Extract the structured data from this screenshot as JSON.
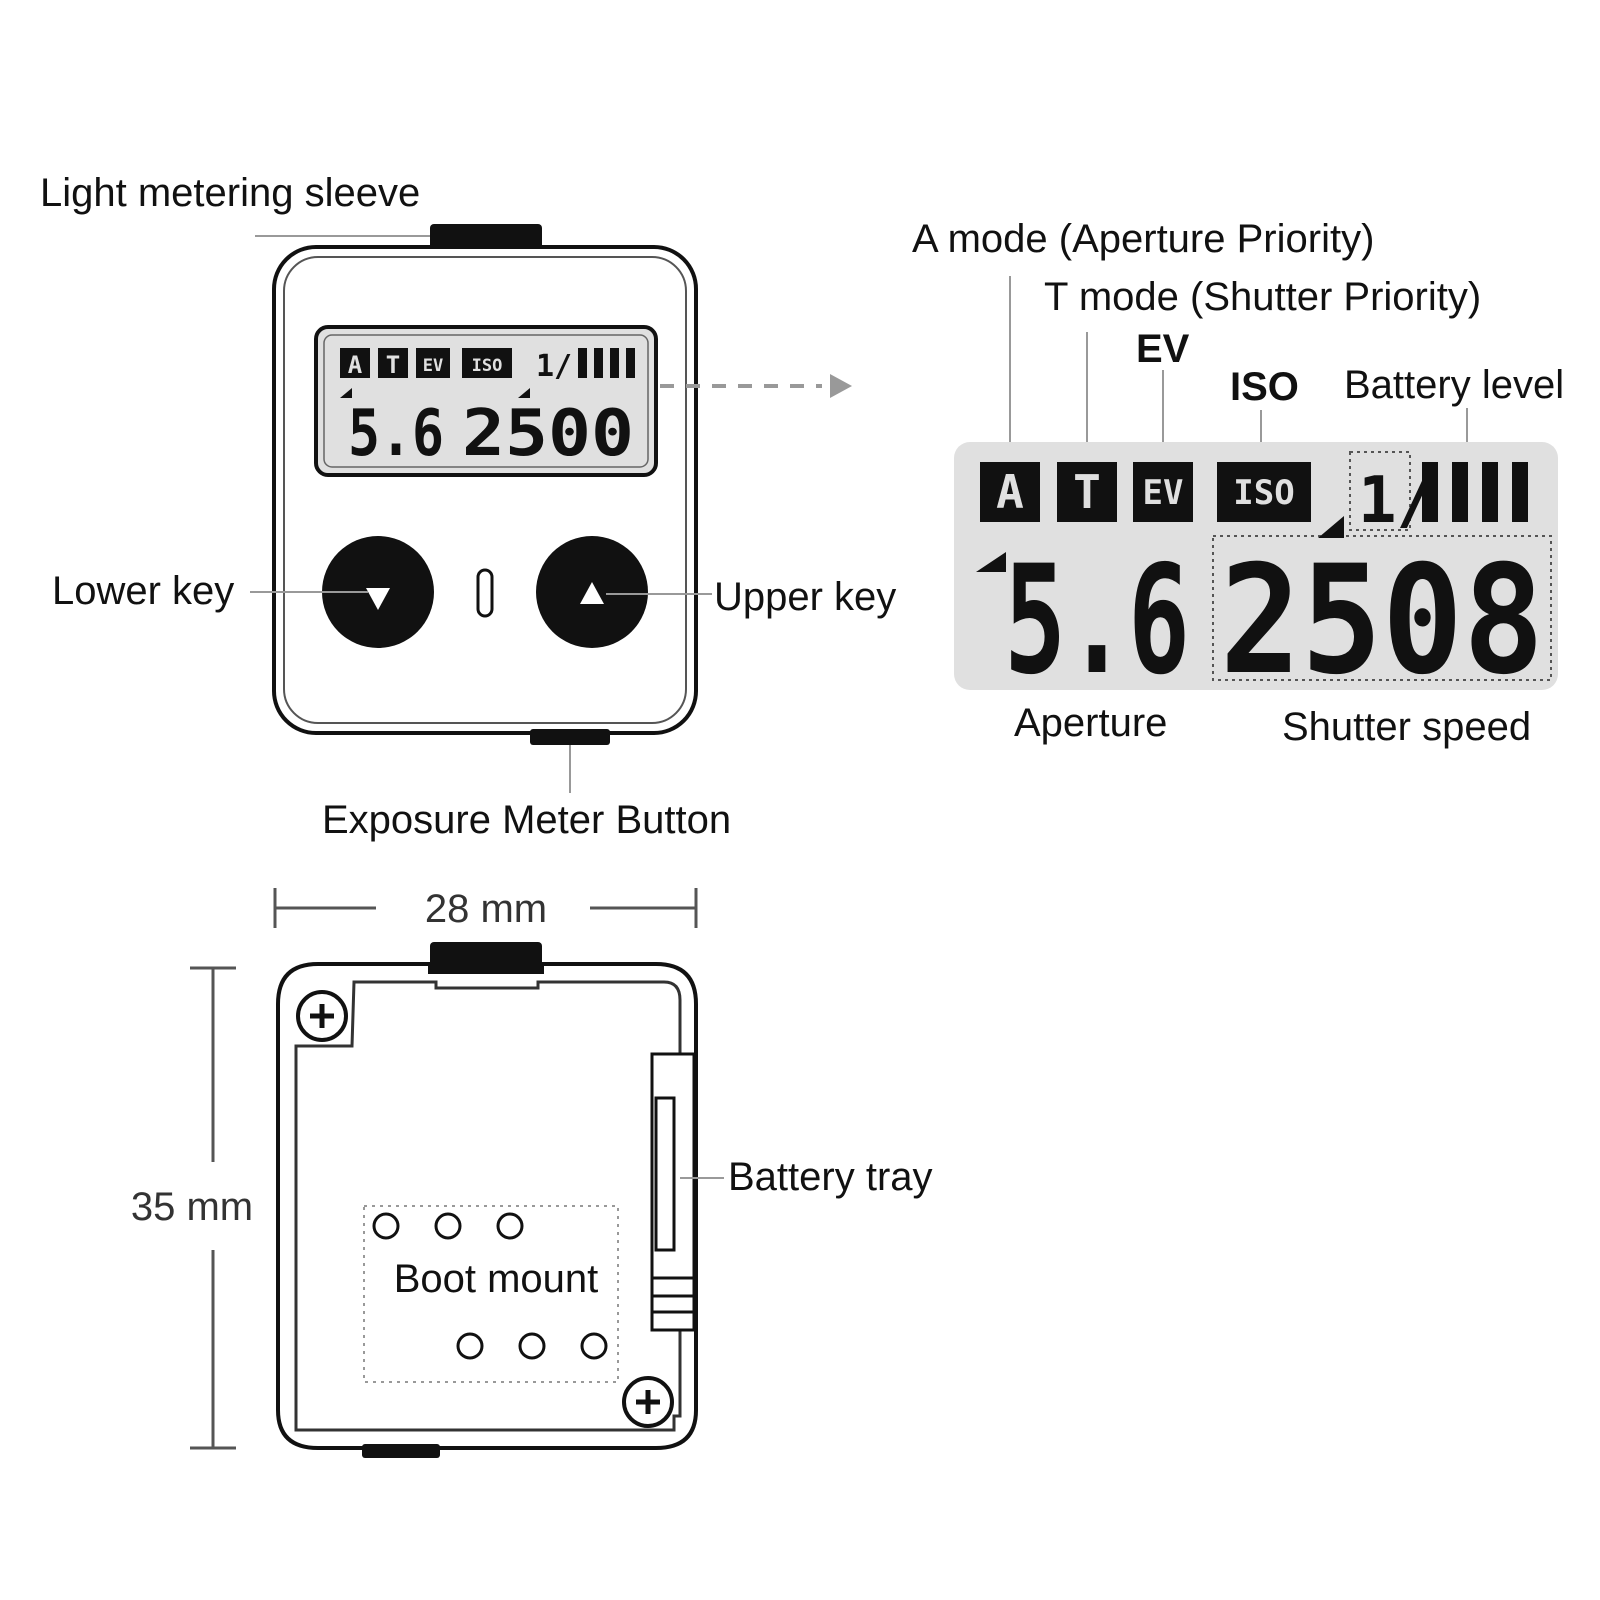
{
  "labels": {
    "light_metering_sleeve": "Light metering sleeve",
    "lower_key": "Lower key",
    "upper_key": "Upper key",
    "exposure_meter_button": "Exposure Meter Button",
    "a_mode": "A mode (Aperture Priority)",
    "t_mode": "T mode (Shutter Priority)",
    "ev": "EV",
    "iso": "ISO",
    "battery_level": "Battery level",
    "aperture": "Aperture",
    "shutter_speed": "Shutter speed",
    "width": "28 mm",
    "height": "35 mm",
    "battery_tray": "Battery tray",
    "boot_mount": "Boot mount"
  },
  "small_lcd": {
    "mode_a": "A",
    "mode_t": "T",
    "mode_ev": "EV",
    "mode_iso": "ISO",
    "fraction": "1/",
    "aperture": "5.6",
    "shutter": "2500"
  },
  "large_lcd": {
    "mode_a": "A",
    "mode_t": "T",
    "mode_ev": "EV",
    "mode_iso": "ISO",
    "fraction": "1/",
    "aperture": "5.6",
    "shutter": "2508"
  },
  "battery_bars": 4,
  "icons": [
    "lower-key-triangle-down-icon",
    "upper-key-triangle-up-icon",
    "screw-icon",
    "arrow-right-icon"
  ],
  "colors": {
    "lcd_bg": "#e0e0e0",
    "ink": "#111111",
    "line": "#999999"
  }
}
